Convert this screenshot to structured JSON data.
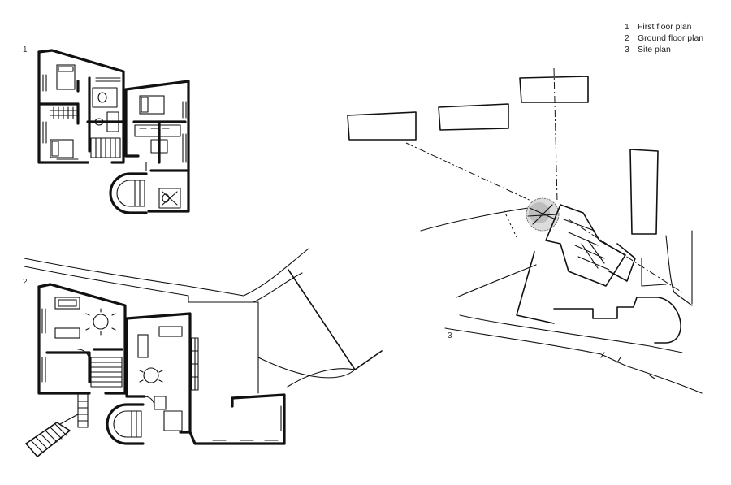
{
  "legend": [
    {
      "num": "1",
      "label": "First floor plan"
    },
    {
      "num": "2",
      "label": "Ground floor plan"
    },
    {
      "num": "3",
      "label": "Site plan"
    }
  ],
  "panels": {
    "first_floor": "1",
    "ground_floor": "2",
    "site": "3"
  }
}
